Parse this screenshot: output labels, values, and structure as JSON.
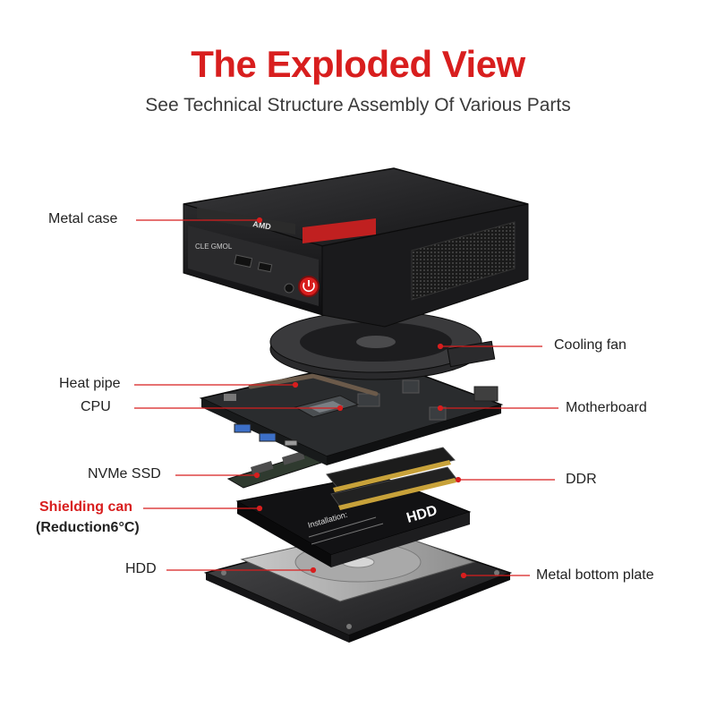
{
  "header": {
    "title": "The Exploded View",
    "subtitle": "See Technical Structure Assembly Of Various Parts"
  },
  "labels": {
    "metal_case": "Metal case",
    "cooling_fan": "Cooling fan",
    "heat_pipe": "Heat pipe",
    "cpu": "CPU",
    "motherboard": "Motherboard",
    "nvme_ssd": "NVMe SSD",
    "ddr": "DDR",
    "shielding_can": "Shielding can",
    "shielding_note": "(Reduction6°C)",
    "hdd": "HDD",
    "bottom_plate": "Metal bottom plate"
  },
  "device_text": {
    "front_badge": "CLE GMOL",
    "top_brand": "AMD",
    "hdd_label": "HDD",
    "install_title": "Installation:"
  },
  "colors": {
    "accent": "#d81e1e",
    "case": "#1c1c1e",
    "board": "#2a2c2e"
  }
}
